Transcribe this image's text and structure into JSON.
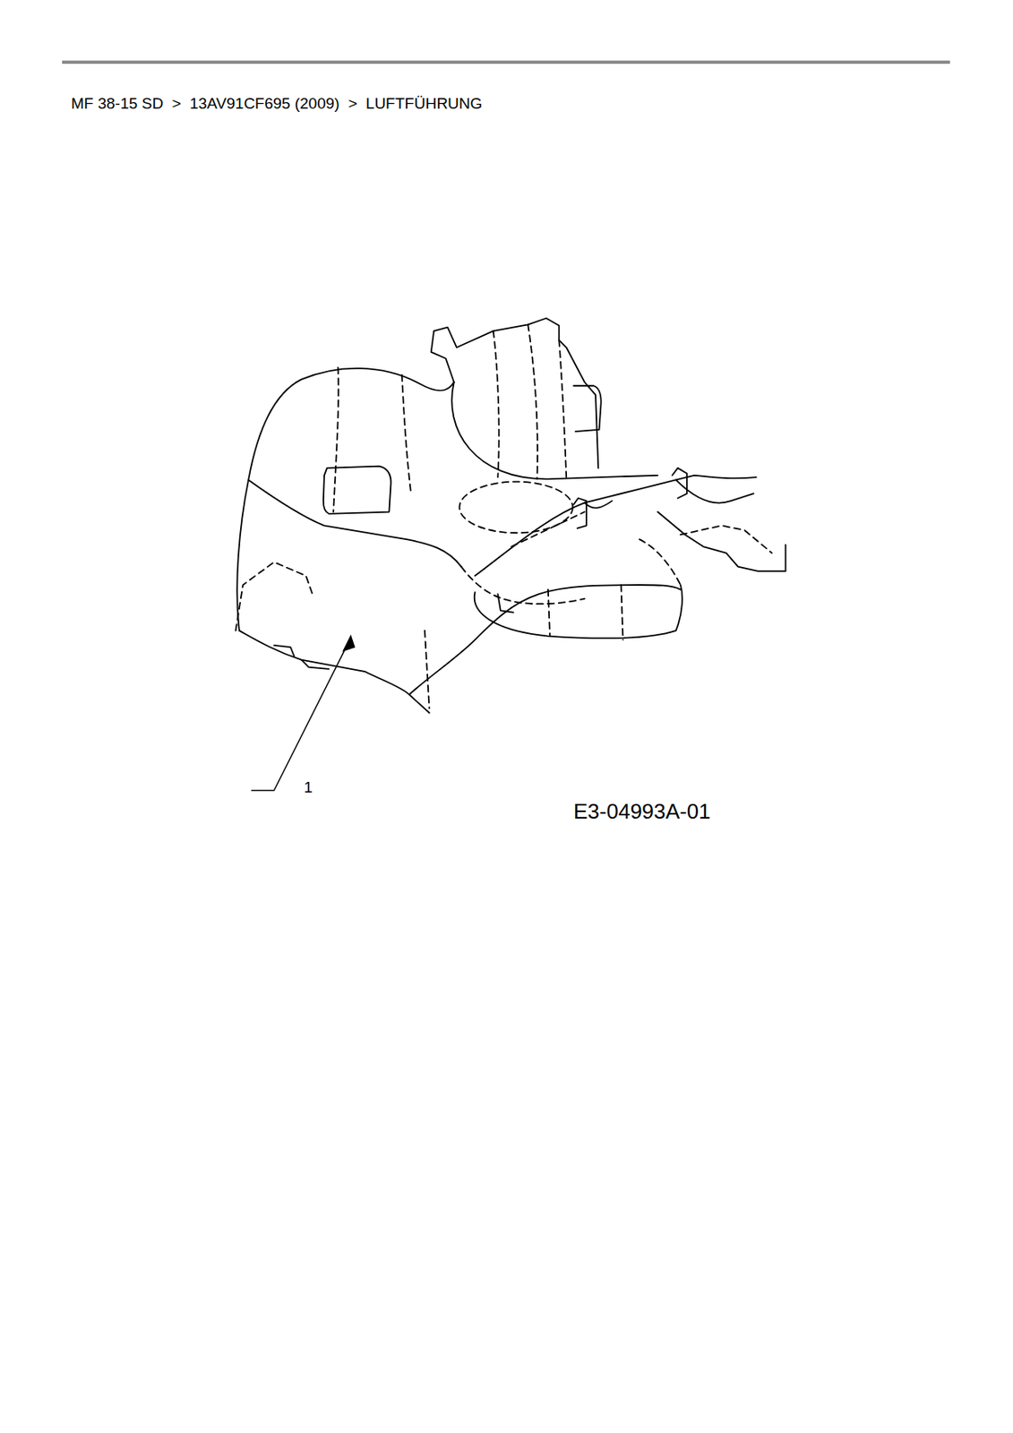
{
  "diagram": {
    "title": "MF 38-15 SD  >  13AV91CF695 (2009)  >  LUFTFÜHRUNG",
    "labels": [
      "1",
      "E3-04993A-01"
    ]
  }
}
